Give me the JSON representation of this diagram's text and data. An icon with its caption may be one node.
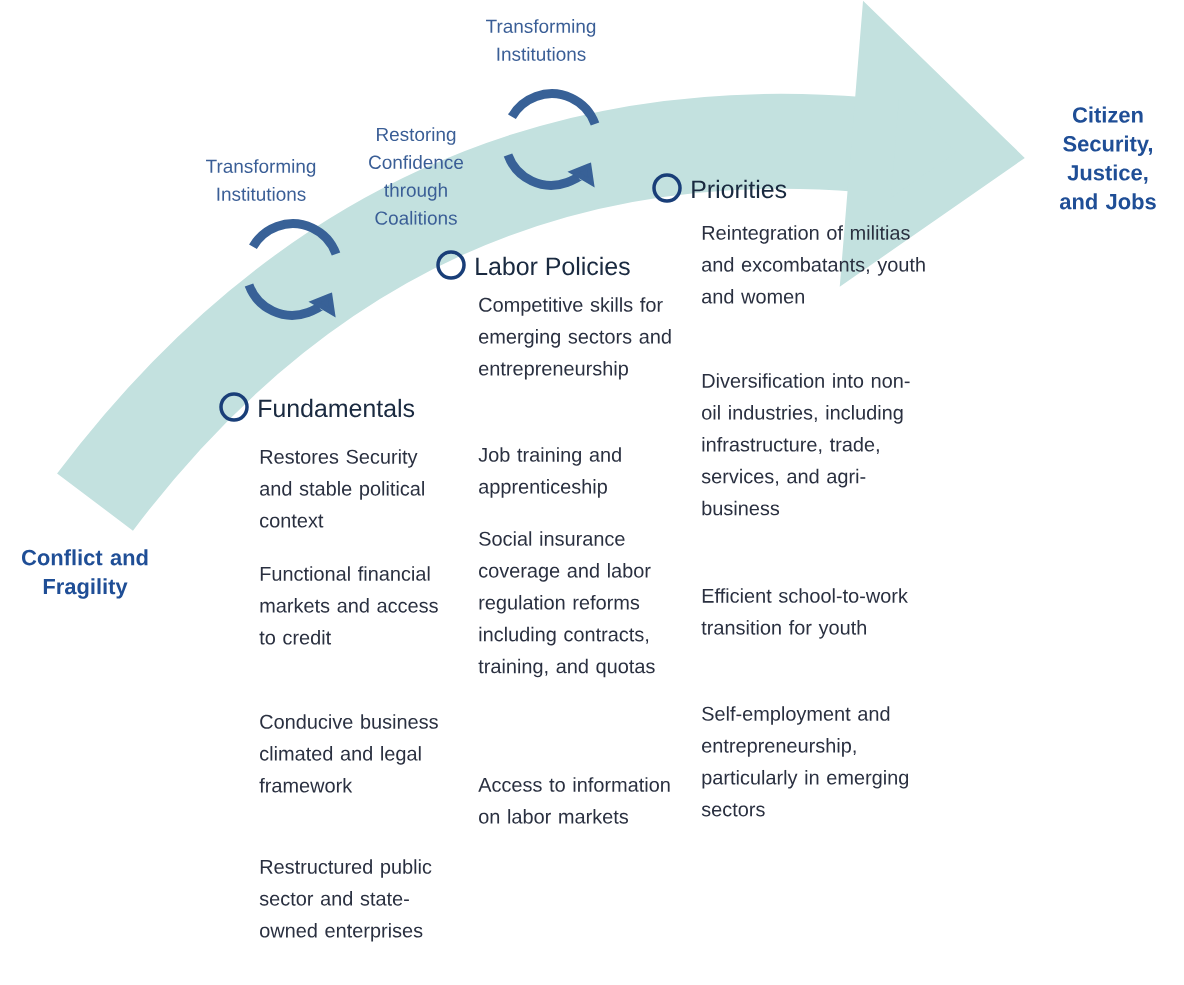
{
  "diagram": {
    "nodes": [
      {
        "text": [
          "Conflict and Fragility"
        ]
      },
      {
        "text": [
          "Citizen Security, Justice, and Jobs"
        ]
      }
    ],
    "edges": [
      {
        "from": 0,
        "to": 1,
        "arrow": "to",
        "color": "#c3e1df"
      }
    ],
    "labels": [
      "Transforming Institutions",
      "Transforming Institutions",
      "Restoring Confidence through Coalitions",
      "Fundamentals",
      "Restores Security and stable political context",
      "Functional financial markets and access to credit",
      "Conducive business climated and legal framework",
      "Restructured public sector and state-owned enterprises",
      "Labor Policies",
      "Competitive skills for emerging sectors and entrepreneurship",
      "Job training and apprenticeship",
      "Social insurance coverage and labor regulation reforms including contracts, training, and quotas",
      "Access to information on labor markets",
      "Priorities",
      "Reintegration of militias and excombatants, youth and women",
      "Diversification into non-oil industries, including infrastructure, trade, services, and agri-business",
      "Efficient school-to-work transition for youth",
      "Self-employment and entrepreneurship, particularly in emerging sectors"
    ]
  }
}
